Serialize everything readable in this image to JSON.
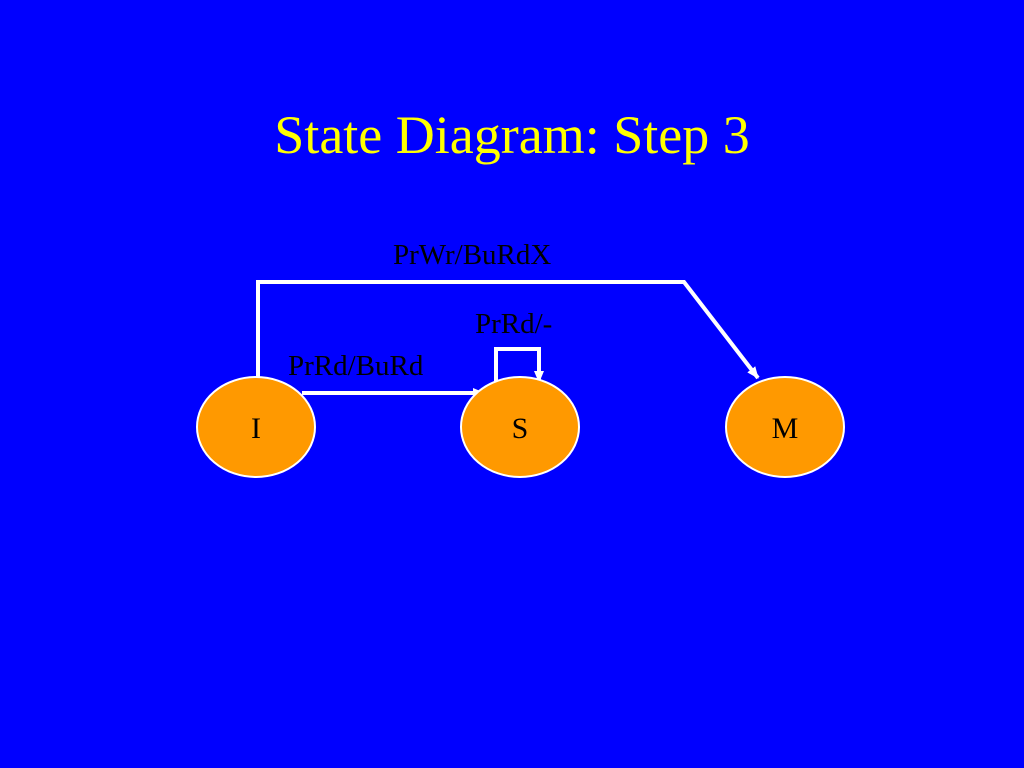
{
  "slide": {
    "title": "State Diagram: Step 3"
  },
  "colors": {
    "background": "#0000ff",
    "title": "#ffff00",
    "state_fill": "#ff9900",
    "state_stroke": "#ffffff",
    "edge": "#ffffff",
    "text": "#000000"
  },
  "states": [
    {
      "id": "I",
      "label": "I"
    },
    {
      "id": "S",
      "label": "S"
    },
    {
      "id": "M",
      "label": "M"
    }
  ],
  "transitions": [
    {
      "from": "I",
      "to": "M",
      "label": "PrWr/BuRdX"
    },
    {
      "from": "S",
      "to": "S",
      "label": "PrRd/-"
    },
    {
      "from": "I",
      "to": "S",
      "label": "PrRd/BuRd"
    }
  ]
}
